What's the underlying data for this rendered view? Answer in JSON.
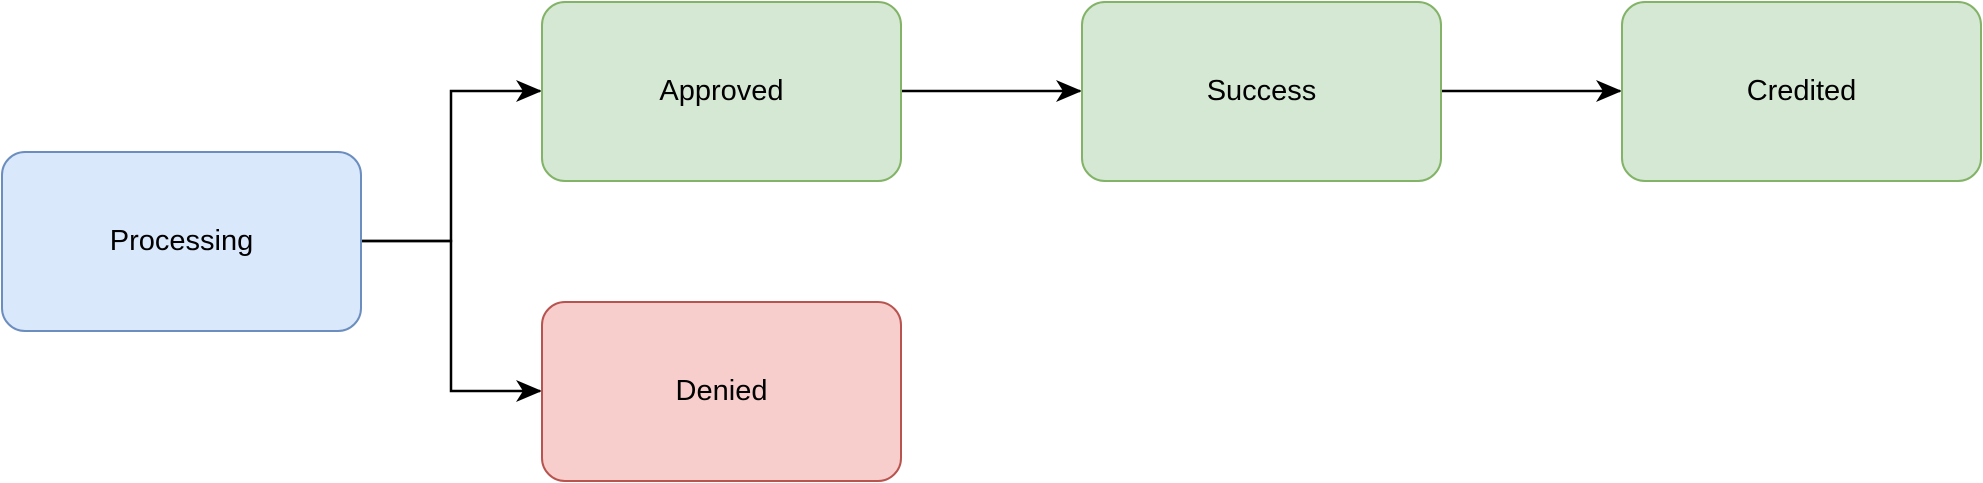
{
  "diagram": {
    "nodes": {
      "processing": {
        "label": "Processing",
        "fill": "#dae8fc",
        "stroke": "#6c8ebf"
      },
      "approved": {
        "label": "Approved",
        "fill": "#d5e8d4",
        "stroke": "#82b366"
      },
      "denied": {
        "label": "Denied",
        "fill": "#f8cecc",
        "stroke": "#b85450"
      },
      "success": {
        "label": "Success",
        "fill": "#d5e8d4",
        "stroke": "#82b366"
      },
      "credited": {
        "label": "Credited",
        "fill": "#d5e8d4",
        "stroke": "#82b366"
      }
    },
    "edges": [
      {
        "from": "processing",
        "to": "approved"
      },
      {
        "from": "processing",
        "to": "denied"
      },
      {
        "from": "approved",
        "to": "success"
      },
      {
        "from": "success",
        "to": "credited"
      }
    ],
    "edge_color": "#000000"
  }
}
